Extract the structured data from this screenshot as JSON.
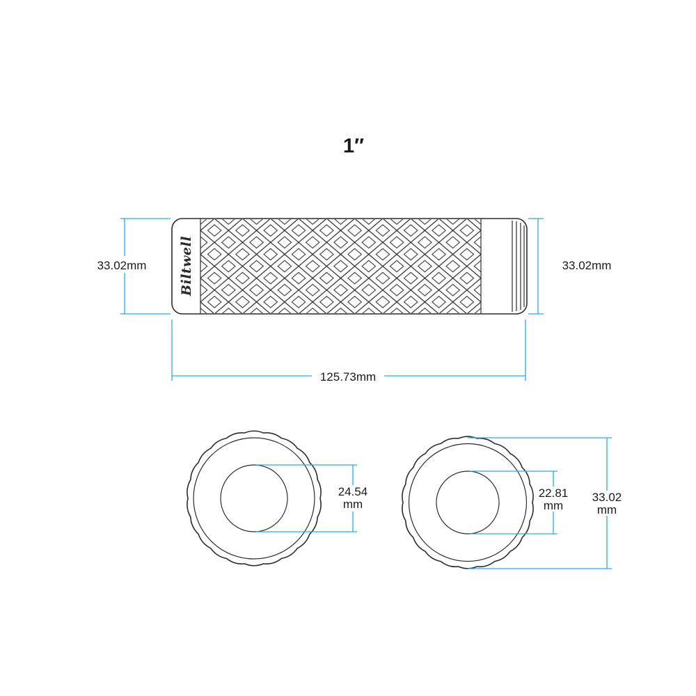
{
  "title": "1″",
  "colors": {
    "dimension_accent": "#29ABE2",
    "drawing_line": "#2b2b2b",
    "background": "#FFFFFF"
  },
  "side_view": {
    "logo": "Biltwell",
    "dim_left": "33.02mm",
    "dim_right": "33.02mm",
    "dim_length": "125.73mm"
  },
  "end_views": {
    "left": {
      "inner_dia_value": "24.54",
      "inner_dia_unit": "mm"
    },
    "right": {
      "inner_dia_value": "22.81",
      "inner_dia_unit": "mm",
      "outer_dia_value": "33.02",
      "outer_dia_unit": "mm"
    }
  }
}
